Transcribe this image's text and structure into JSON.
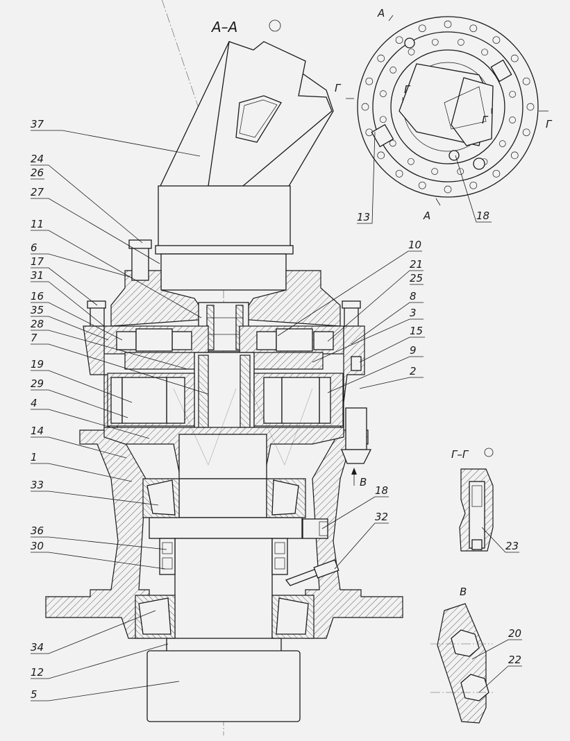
{
  "titles": {
    "section_aa": "А–А",
    "section_gg": "Г–Г",
    "view_v": "В"
  },
  "section_markers": {
    "a_top": "А",
    "a_bottom": "А",
    "g_left": "Г",
    "g_inner_left": "Г",
    "g_inner_right": "Г",
    "g_right": "Г",
    "v_arrow": "В"
  },
  "callouts": [
    {
      "id": "c37",
      "text": "37"
    },
    {
      "id": "c24",
      "text": "24"
    },
    {
      "id": "c26",
      "text": "26"
    },
    {
      "id": "c27",
      "text": "27"
    },
    {
      "id": "c11",
      "text": "11"
    },
    {
      "id": "c6",
      "text": "6"
    },
    {
      "id": "c17",
      "text": "17"
    },
    {
      "id": "c31",
      "text": "31"
    },
    {
      "id": "c16",
      "text": "16"
    },
    {
      "id": "c35",
      "text": "35"
    },
    {
      "id": "c28",
      "text": "28"
    },
    {
      "id": "c7",
      "text": "7"
    },
    {
      "id": "c19",
      "text": "19"
    },
    {
      "id": "c29",
      "text": "29"
    },
    {
      "id": "c4",
      "text": "4"
    },
    {
      "id": "c14",
      "text": "14"
    },
    {
      "id": "c1",
      "text": "1"
    },
    {
      "id": "c33",
      "text": "33"
    },
    {
      "id": "c36",
      "text": "36"
    },
    {
      "id": "c30",
      "text": "30"
    },
    {
      "id": "c34",
      "text": "34"
    },
    {
      "id": "c12",
      "text": "12"
    },
    {
      "id": "c5",
      "text": "5"
    },
    {
      "id": "c10",
      "text": "10"
    },
    {
      "id": "c21",
      "text": "21"
    },
    {
      "id": "c25",
      "text": "25"
    },
    {
      "id": "c8",
      "text": "8"
    },
    {
      "id": "c3",
      "text": "3"
    },
    {
      "id": "c15",
      "text": "15"
    },
    {
      "id": "c9",
      "text": "9"
    },
    {
      "id": "c2",
      "text": "2"
    },
    {
      "id": "c18a",
      "text": "18"
    },
    {
      "id": "c32",
      "text": "32"
    },
    {
      "id": "c13",
      "text": "13"
    },
    {
      "id": "c18b",
      "text": "18"
    },
    {
      "id": "c23",
      "text": "23"
    },
    {
      "id": "c20",
      "text": "20"
    },
    {
      "id": "c22",
      "text": "22"
    }
  ]
}
